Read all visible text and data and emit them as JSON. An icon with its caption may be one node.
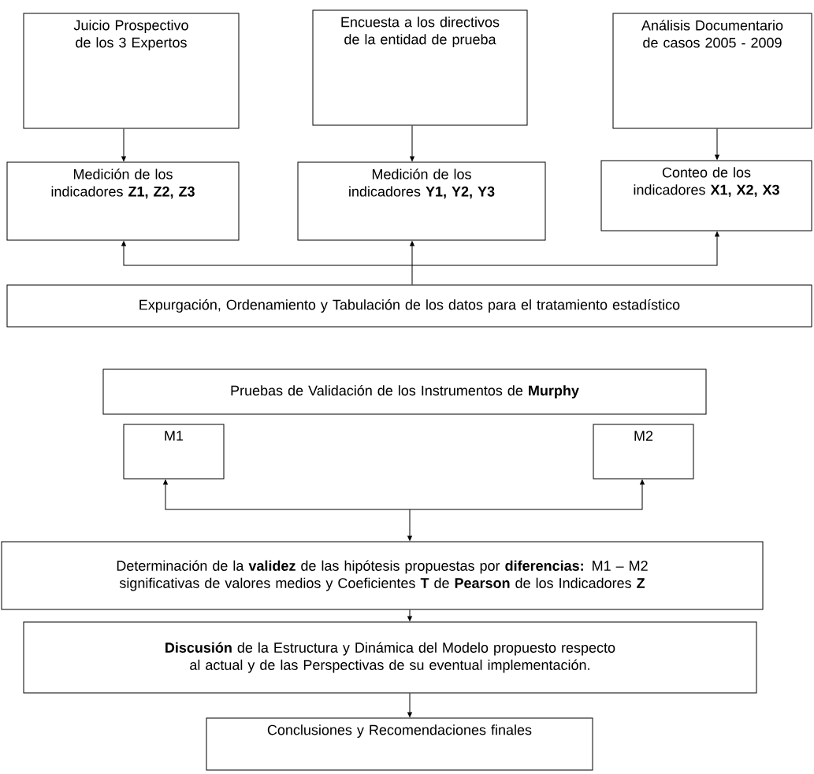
{
  "diagram": {
    "nodes": [
      {
        "text": [
          "Juicio Prospectivo de los 3 Expertos"
        ]
      },
      {
        "text": [
          "Encuesta a los directivos de la entidad de prueba"
        ]
      },
      {
        "text": [
          "Análisis Documentario de casos 2005 - 2009"
        ]
      },
      {
        "text": [
          "Medición de los indicadores **Z1, Z2, Z3**"
        ]
      },
      {
        "text": [
          "Medición de los indicadores **Y1, Y2, Y3**"
        ]
      },
      {
        "text": [
          "Conteo de los indicadores **X1, X2, X3**"
        ]
      },
      {
        "text": [
          "Expurgación, Ordenamiento y Tabulación de los datos para el tratamiento estadístico"
        ]
      },
      {
        "text": [
          "Pruebas de Validación de los Instrumentos de **Murphy**"
        ]
      },
      {
        "text": [
          "M1"
        ]
      },
      {
        "text": [
          "M2"
        ]
      },
      {
        "text": [
          "Determinación de la **validez** de las hipótesis propuestas por **diferencias:** M1 – M2 significativas de valores medios y Coeficientes **T** de **Pearson** de los Indicadores **Z**"
        ]
      },
      {
        "text": [
          "**Discusión** de la Estructura y Dinámica del Modelo propuesto respecto al actual y de las Perspectivas de su eventual implementación."
        ]
      },
      {
        "text": [
          "Conclusiones y Recomendaciones finales"
        ]
      }
    ],
    "edges": [
      {
        "from": 0,
        "to": 3,
        "arrow": "to"
      },
      {
        "from": 1,
        "to": 4,
        "arrow": "to"
      },
      {
        "from": 2,
        "to": 5,
        "arrow": "to"
      },
      {
        "from": 6,
        "to": 3,
        "arrow": "to"
      },
      {
        "from": 6,
        "to": 4,
        "arrow": "to"
      },
      {
        "from": 6,
        "to": 5,
        "arrow": "to"
      },
      {
        "from": 8,
        "to": 10,
        "arrow": "both"
      },
      {
        "from": 9,
        "to": 10,
        "arrow": "both"
      },
      {
        "from": 10,
        "to": 11,
        "arrow": "to"
      },
      {
        "from": 11,
        "to": 12,
        "arrow": "to"
      }
    ]
  }
}
